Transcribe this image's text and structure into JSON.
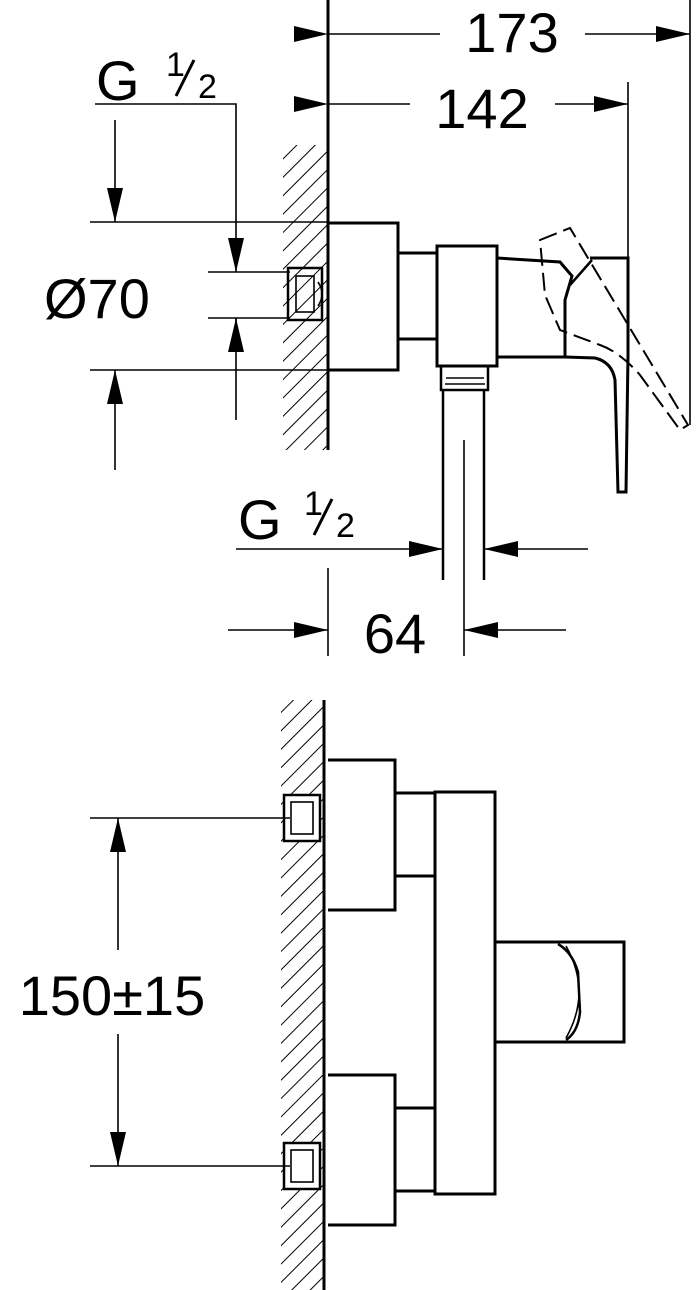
{
  "drawing": {
    "side_view": {
      "dim_overall_depth": "173",
      "dim_handle_depth": "142",
      "inlet_thread": {
        "main": "G",
        "fraction_num": "1",
        "fraction_den": "2"
      },
      "outlet_thread": {
        "main": "G",
        "fraction_num": "1",
        "fraction_den": "2"
      },
      "escutcheon_diameter": "Ø70",
      "outlet_offset": "64"
    },
    "front_view": {
      "inlet_spacing": "150±15"
    }
  },
  "colors": {
    "line": "#000000",
    "background": "#ffffff"
  }
}
